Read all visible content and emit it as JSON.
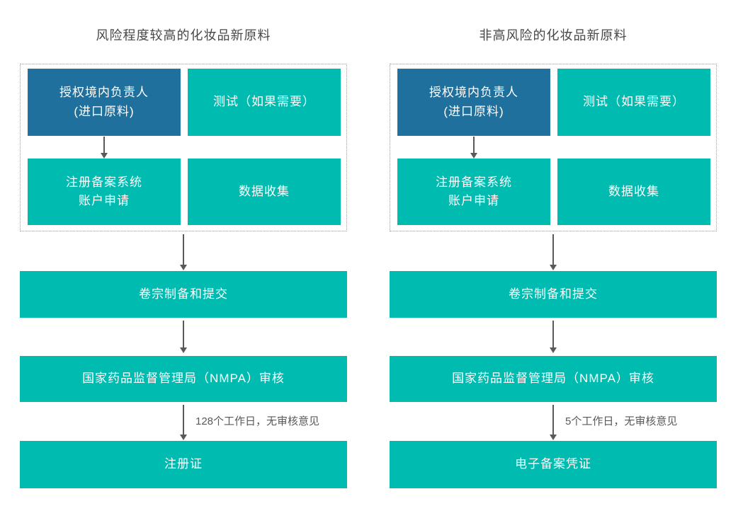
{
  "colors": {
    "teal_box": "#00bcb0",
    "blue_box": "#20709e",
    "arrow": "#595959",
    "title_text": "#474747",
    "box_text": "#ffffff",
    "dashed_border": "#9a9a9a"
  },
  "columns": [
    {
      "title": "风险程度较高的化妆品新原料",
      "group": {
        "authorize": "授权境内负责人\n(进口原料)",
        "testing": "测试（如果需要）",
        "account": "注册备案系统\n账户申请",
        "data_collection": "数据收集"
      },
      "dossier": "卷宗制备和提交",
      "review": "国家药品监督管理局（NMPA）审核",
      "timeline_note": "128个工作日，无审核意见",
      "result": "注册证"
    },
    {
      "title": "非高风险的化妆品新原料",
      "group": {
        "authorize": "授权境内负责人\n(进口原料)",
        "testing": "测试（如果需要）",
        "account": "注册备案系统\n账户申请",
        "data_collection": "数据收集"
      },
      "dossier": "卷宗制备和提交",
      "review": "国家药品监督管理局（NMPA）审核",
      "timeline_note": "5个工作日，无审核意见",
      "result": "电子备案凭证"
    }
  ]
}
